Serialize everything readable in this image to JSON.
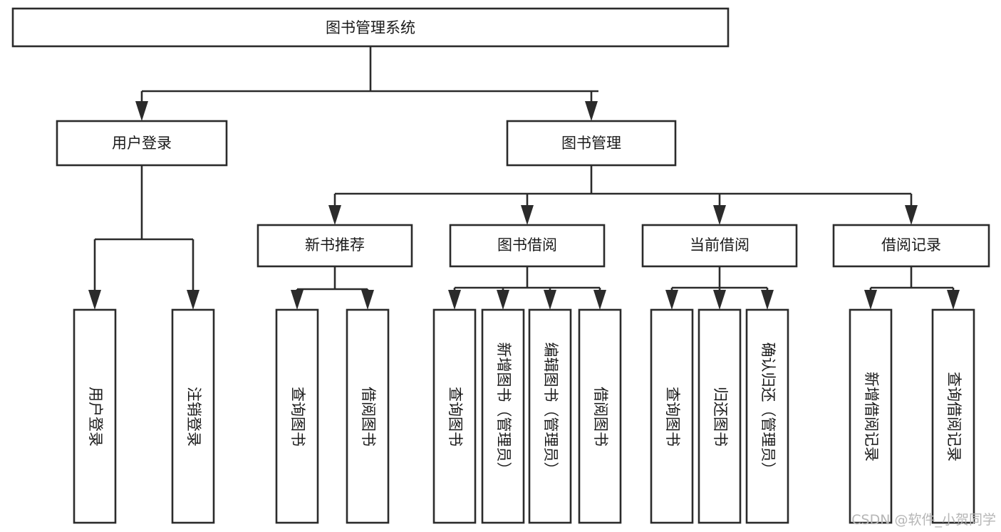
{
  "diagram": {
    "type": "tree-hierarchy",
    "title": "图书管理系统",
    "root": {
      "id": "root",
      "label": "图书管理系统"
    },
    "level2": [
      {
        "id": "user-login",
        "label": "用户登录"
      },
      {
        "id": "book-manage",
        "label": "图书管理"
      }
    ],
    "level3": [
      {
        "id": "new-book-recommend",
        "label": "新书推荐",
        "parent": "book-manage"
      },
      {
        "id": "book-borrow",
        "label": "图书借阅",
        "parent": "book-manage"
      },
      {
        "id": "current-borrow",
        "label": "当前借阅",
        "parent": "book-manage"
      },
      {
        "id": "borrow-record",
        "label": "借阅记录",
        "parent": "book-manage"
      }
    ],
    "leaves": [
      {
        "id": "leaf-user-login",
        "label": "用户登录",
        "parent": "user-login"
      },
      {
        "id": "leaf-logout",
        "label": "注销登录",
        "parent": "user-login"
      },
      {
        "id": "leaf-query-book-1",
        "label": "查询图书",
        "parent": "new-book-recommend"
      },
      {
        "id": "leaf-borrow-book-1",
        "label": "借阅图书",
        "parent": "new-book-recommend"
      },
      {
        "id": "leaf-query-book-2",
        "label": "查询图书",
        "parent": "book-borrow"
      },
      {
        "id": "leaf-add-book",
        "label": "新增图书（管理员）",
        "parent": "book-borrow"
      },
      {
        "id": "leaf-edit-book",
        "label": "编辑图书（管理员）",
        "parent": "book-borrow"
      },
      {
        "id": "leaf-borrow-book-2",
        "label": "借阅图书",
        "parent": "book-borrow"
      },
      {
        "id": "leaf-query-book-3",
        "label": "查询图书",
        "parent": "current-borrow"
      },
      {
        "id": "leaf-return-book",
        "label": "归还图书",
        "parent": "current-borrow"
      },
      {
        "id": "leaf-confirm-return",
        "label": "确认归还（管理员）",
        "parent": "current-borrow"
      },
      {
        "id": "leaf-add-record",
        "label": "新增借阅记录",
        "parent": "borrow-record"
      },
      {
        "id": "leaf-query-record",
        "label": "查询借阅记录",
        "parent": "borrow-record"
      }
    ],
    "colors": {
      "stroke": "#2b2b2b",
      "fill": "#ffffff",
      "text": "#1a1a1a",
      "watermark": "#b6b6b6",
      "background": "#ffffff"
    }
  },
  "watermark": {
    "text": "CSDN @软件_小贺同学"
  }
}
